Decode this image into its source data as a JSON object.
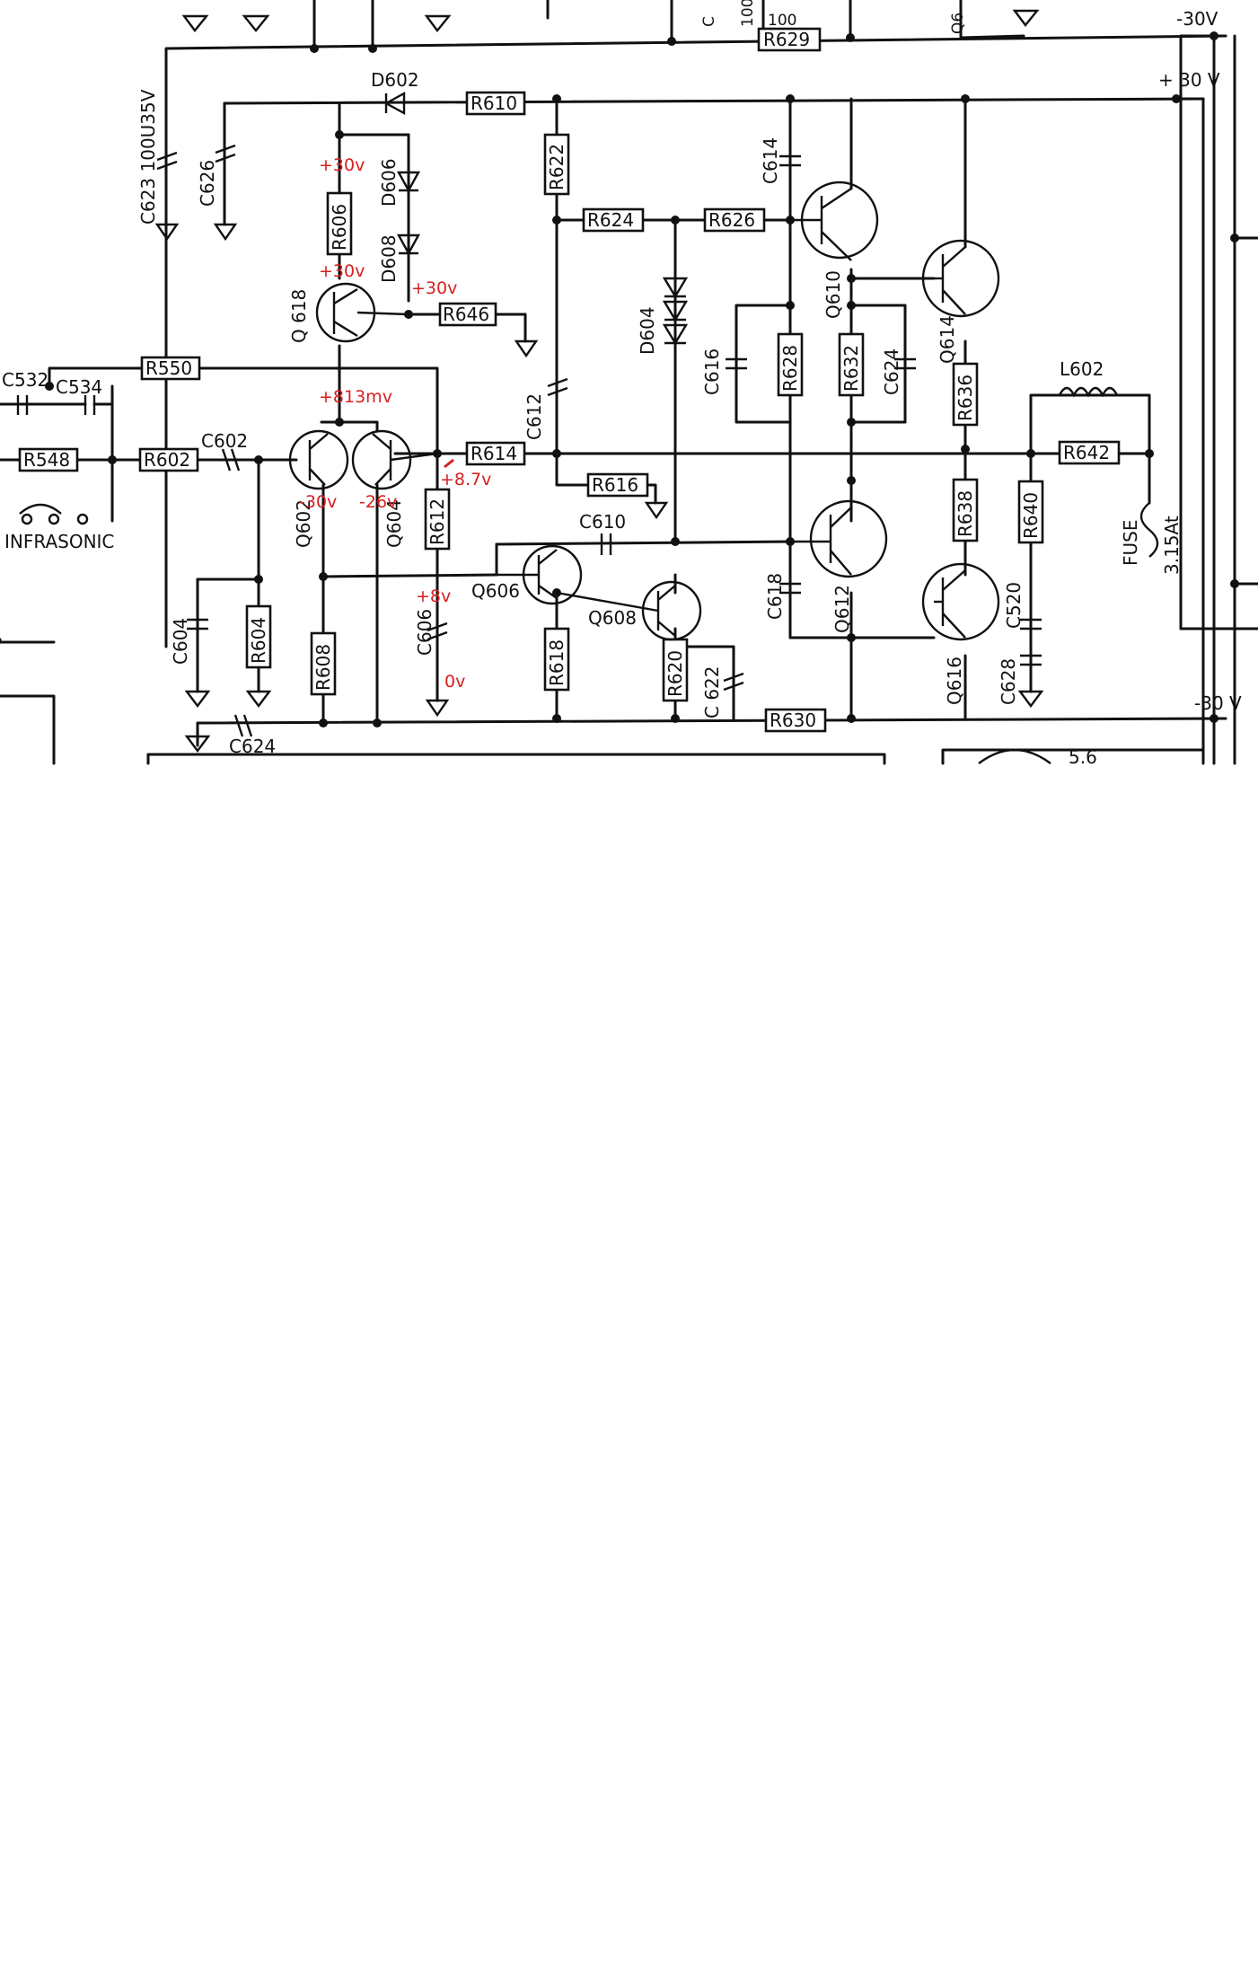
{
  "rails": {
    "neg_top": "-30V",
    "pos_top": "+ 30 V",
    "neg_bottom": "-30 V"
  },
  "resistors": {
    "R629": "R629",
    "R610": "R610",
    "R622": "R622",
    "R624": "R624",
    "R626": "R626",
    "R606": "R606",
    "R646": "R646",
    "R550": "R550",
    "R548": "R548",
    "R602": "R602",
    "R614": "R614",
    "R616": "R616",
    "R612": "R612",
    "R628": "R628",
    "R632": "R632",
    "R636": "R636",
    "R642": "R642",
    "R638": "R638",
    "R640": "R640",
    "R604": "R604",
    "R608": "R608",
    "R618": "R618",
    "R620": "R620",
    "R630": "R630"
  },
  "capacitors": {
    "C623": "C623 100U35V",
    "C626": "C626",
    "C614": "C614",
    "C612": "C612",
    "C616": "C616",
    "C624a": "C624",
    "C532": "C532",
    "C534": "C534",
    "C602": "C602",
    "C610": "C610",
    "C618": "C618",
    "C604": "C604",
    "C606": "C606",
    "C622": "C 622",
    "C520": "C520",
    "C628": "C628",
    "C624b": "C624"
  },
  "diodes": {
    "D602": "D602",
    "D606": "D606",
    "D608": "D608",
    "D604": "D604"
  },
  "transistors": {
    "Q618": "Q 618",
    "Q602": "Q602",
    "Q604": "Q604",
    "Q606": "Q606",
    "Q608": "Q608",
    "Q610": "Q610",
    "Q612": "Q612",
    "Q614": "Q614",
    "Q616": "Q616"
  },
  "other": {
    "L602": "L602",
    "fuse": "FUSE",
    "fuse_rating": "3.15At",
    "infrasonic": "INFRASONIC",
    "value_100": "100",
    "value_56": "5.6",
    "top_c": "C",
    "top_q": "Q6",
    "top_100": "100"
  },
  "annotations": {
    "q618_collector": "+30v",
    "q618_base": "+30v",
    "r646_node": "+30v",
    "q618_emitter": "+813mv",
    "q602_base": "-30v",
    "q604_base": "-26v",
    "r614_node": "+8.7v",
    "c606_top": "+8v",
    "c606_bottom": "0v"
  },
  "colors": {
    "ink": "#111111",
    "annotation": "#d62020"
  }
}
